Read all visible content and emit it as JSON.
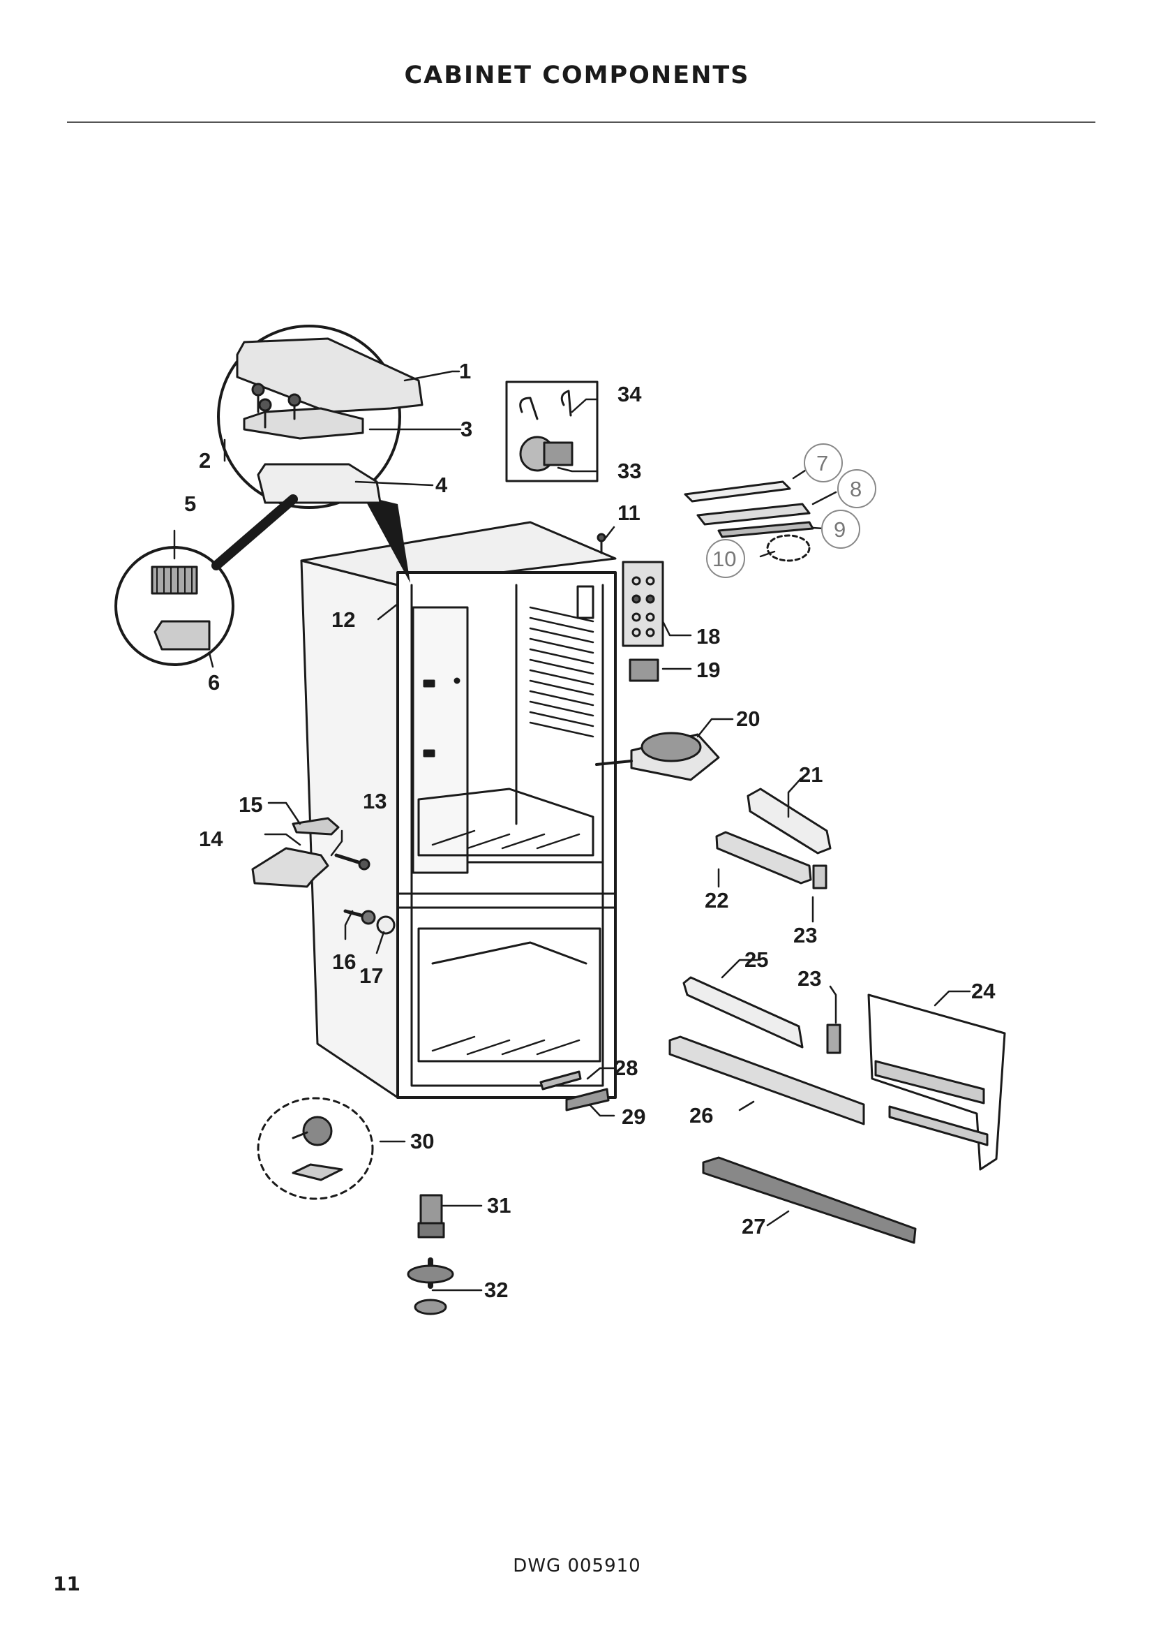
{
  "page": {
    "title": "CABINET COMPONENTS",
    "drawing_number": "DWG 005910",
    "page_number": "11"
  },
  "callouts": [
    "1",
    "2",
    "3",
    "4",
    "5",
    "6",
    "7",
    "8",
    "9",
    "10",
    "11",
    "12",
    "13",
    "14",
    "15",
    "16",
    "17",
    "18",
    "19",
    "20",
    "21",
    "22",
    "23",
    "23",
    "24",
    "25",
    "26",
    "27",
    "28",
    "29",
    "30",
    "31",
    "32",
    "33",
    "34"
  ],
  "colors": {
    "line": "#1a1a1a",
    "part_fill": "#d9d9d9",
    "light_callout": "#777777"
  }
}
